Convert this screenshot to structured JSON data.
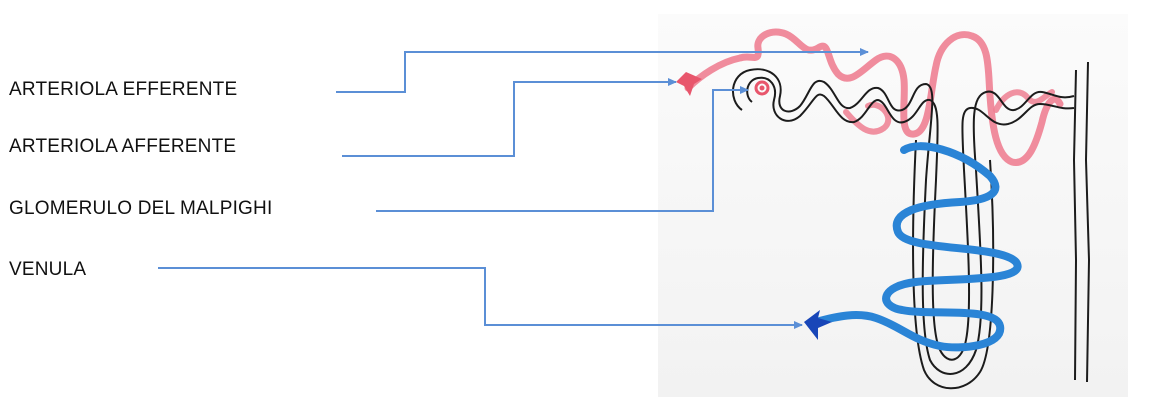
{
  "labels": {
    "efferent": "ARTERIOLA EFFERENTE",
    "afferent": "ARTERIOLA AFFERENTE",
    "glomerulus": "GLOMERULO DEL MALPIGHI",
    "venule": "VENULA"
  },
  "colors": {
    "leader": "#5b8fd6",
    "arteriole": "#ee7f92",
    "tubule": "#1c1c1c",
    "venule": "#2a84d6",
    "venule_dark": "#1846b8"
  }
}
